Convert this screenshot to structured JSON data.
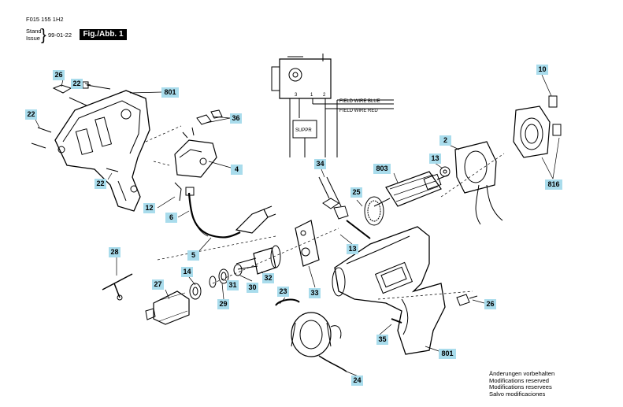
{
  "header": {
    "doc_number": "F015 155 1H2",
    "stand_label": "Stand",
    "issue_label": "Issue",
    "date": "99-01-22",
    "figure_label": "Fig./Abb. 1"
  },
  "switch_box": {
    "terminal_3": "3",
    "terminal_1": "1",
    "terminal_2": "2",
    "suppressor": "SUPPR",
    "field_wire_blue": "FIELD WIRE BLUE",
    "field_wire_red": "FIELD WIRE RED"
  },
  "callouts": {
    "c26a": "26",
    "c22a": "22",
    "c801a": "801",
    "c22b": "22",
    "c36": "36",
    "c22c": "22",
    "c4": "4",
    "c12": "12",
    "c6": "6",
    "c5": "5",
    "c28": "28",
    "c14": "14",
    "c27": "27",
    "c31": "31",
    "c29": "29",
    "c30": "30",
    "c32": "32",
    "c33": "33",
    "c23": "23",
    "c24": "24",
    "c34": "34",
    "c25": "25",
    "c13a": "13",
    "c803": "803",
    "c13b": "13",
    "c2": "2",
    "c10": "10",
    "c816": "816",
    "c26b": "26",
    "c35": "35",
    "c801b": "801"
  },
  "notes": [
    "Änderungen vorbehalten",
    "Modifications reserved",
    "Modifications reservees",
    "Salvo modificaciones"
  ]
}
